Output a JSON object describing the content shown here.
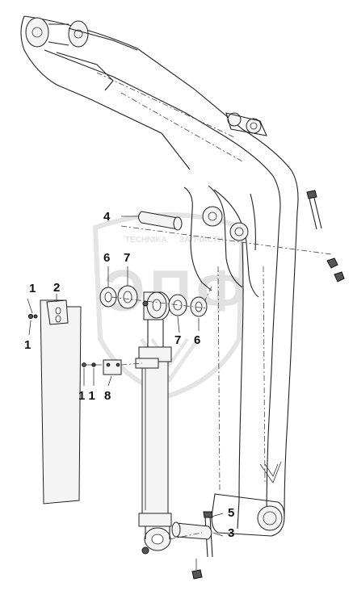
{
  "watermark": {
    "brand_text": "ЭПФ",
    "caption_left": "TECHNIKA",
    "caption_right": "ЗАПЧАСТИ"
  },
  "callouts": [
    {
      "id": "c1a",
      "label": "1"
    },
    {
      "id": "c1b",
      "label": "1"
    },
    {
      "id": "c2",
      "label": "2"
    },
    {
      "id": "c3",
      "label": "3"
    },
    {
      "id": "c4",
      "label": "4"
    },
    {
      "id": "c5",
      "label": "5"
    },
    {
      "id": "c6a",
      "label": "6"
    },
    {
      "id": "c6b",
      "label": "6"
    },
    {
      "id": "c7a",
      "label": "7"
    },
    {
      "id": "c7b",
      "label": "7"
    },
    {
      "id": "c8",
      "label": "8"
    },
    {
      "id": "c11",
      "label": "1 1"
    }
  ]
}
